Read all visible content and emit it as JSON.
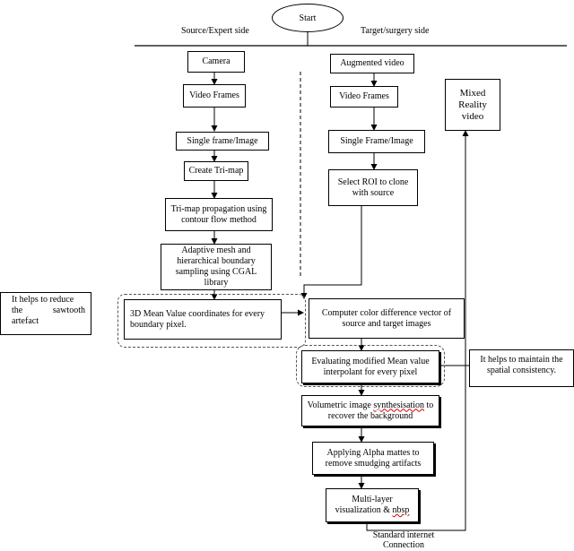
{
  "start": "Start",
  "source_side": "Source/Expert side",
  "target_side": "Target/surgery side",
  "source_steps": [
    "Camera",
    "Video Frames",
    "Single frame/Image",
    "Create Tri-map",
    "Tri-map propagation using contour flow method",
    "Adaptive mesh and hierarchical boundary sampling using CGAL library",
    "3D Mean Value coordinates for every boundary pixel."
  ],
  "target_steps": [
    "Augmented video",
    "Video Frames",
    "Single Frame/Image",
    "Select ROI to clone with source"
  ],
  "merged_steps": {
    "color_diff": "Computer color difference vector of source and target images",
    "mvc_interp": "Evaluating modified Mean value interpolant for every pixel",
    "synthesis_pre": "Volumetric image ",
    "synthesis_word": "synthesisation",
    "synthesis_post": " to recover the background",
    "alpha": "Applying Alpha mattes to remove smudging artifacts",
    "multilayer_pre": "Multi-layer visualization & ",
    "multilayer_word": "nbsp"
  },
  "mixed_reality": "Mixed Reality video",
  "notes": {
    "sawtooth_a": "It helps to reduce",
    "sawtooth_b": "the",
    "sawtooth_c": "sawtooth",
    "sawtooth_d": "artefact",
    "spatial": "It helps to maintain the spatial consistency."
  },
  "connection": "Standard internet Connection"
}
